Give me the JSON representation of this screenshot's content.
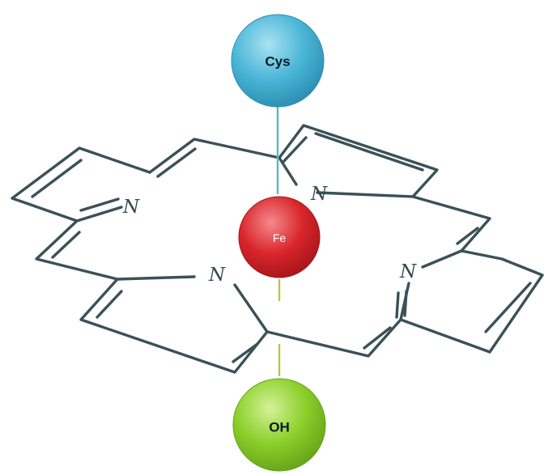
{
  "diagram": {
    "cys_label": "Cys",
    "fe_label": "Fe",
    "oh_label": "OH",
    "nitrogen_label": "N",
    "colors": {
      "bond": "#3a5157",
      "cys_node": "#4bb6d8",
      "fe_node": "#d9262c",
      "oh_node": "#8ccf2a",
      "cys_link": "#5db8c4",
      "oh_link": "#b4c94a"
    }
  }
}
